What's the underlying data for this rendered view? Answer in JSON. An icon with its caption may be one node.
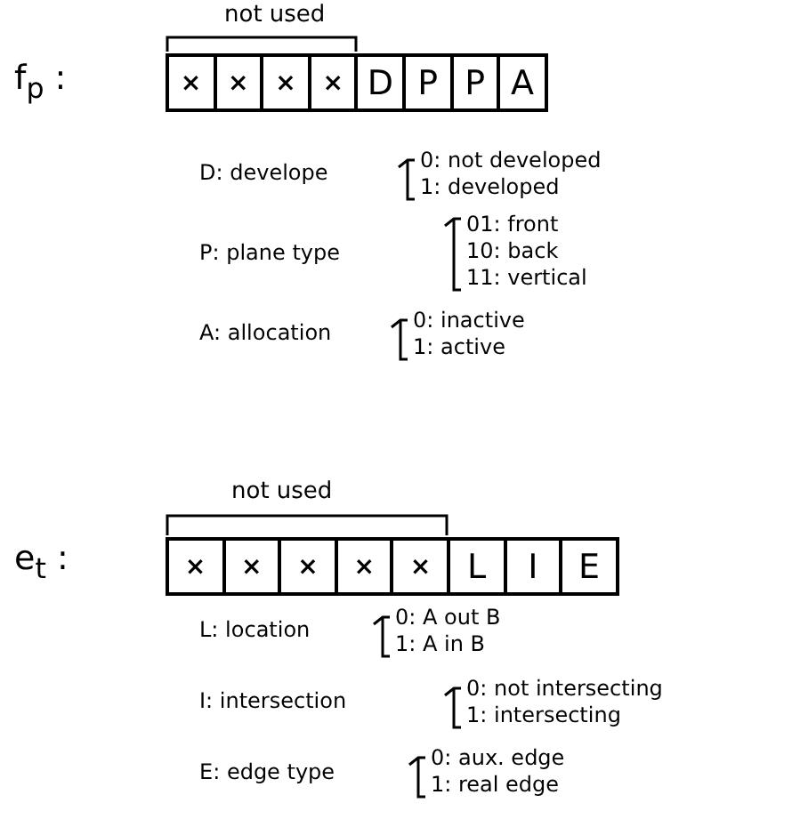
{
  "diagram": {
    "nodes": [
      {
        "text": [
          "×"
        ]
      },
      {
        "text": [
          "×"
        ]
      },
      {
        "text": [
          "×"
        ]
      },
      {
        "text": [
          "×"
        ]
      },
      {
        "text": [
          "D"
        ]
      },
      {
        "text": [
          "P"
        ]
      },
      {
        "text": [
          "P"
        ]
      },
      {
        "text": [
          "A"
        ]
      },
      {
        "text": [
          "×"
        ]
      },
      {
        "text": [
          "×"
        ]
      },
      {
        "text": [
          "×"
        ]
      },
      {
        "text": [
          "×"
        ]
      },
      {
        "text": [
          "×"
        ]
      },
      {
        "text": [
          "L"
        ]
      },
      {
        "text": [
          "I"
        ]
      },
      {
        "text": [
          "E"
        ]
      }
    ],
    "labels": [
      "not used",
      "f$_{p}$ :",
      "D: develope",
      "0: not developed",
      "1: developed",
      "P: plane type",
      "01: front",
      "10: back",
      "11: vertical",
      "A: allocation",
      "0: inactive",
      "1: active",
      "not used",
      "e$_{t}$ :",
      "L: location",
      "0: A out B",
      "1: A in B",
      "I: intersection",
      "0: not intersecting",
      "1: intersecting",
      "E: edge type",
      "0: aux. edge",
      "1: real edge"
    ]
  }
}
